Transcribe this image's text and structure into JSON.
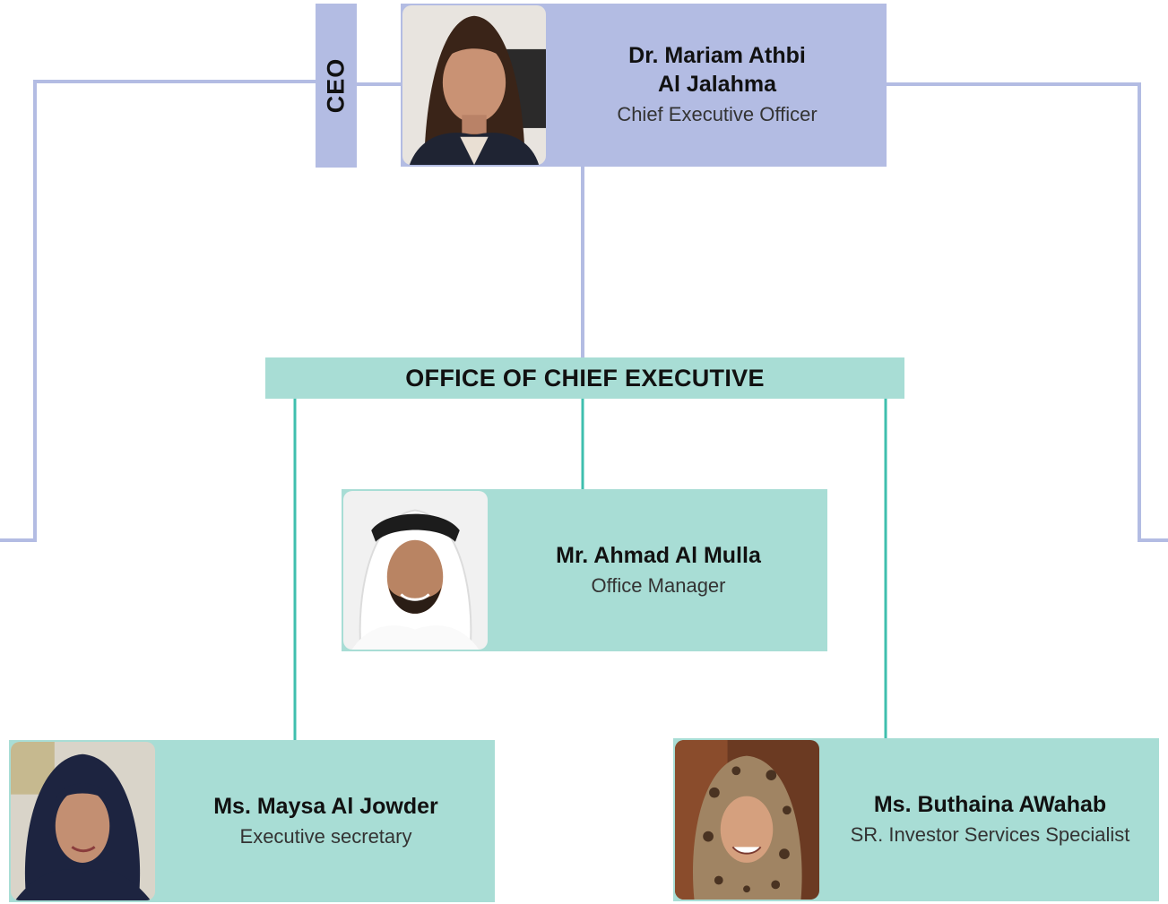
{
  "ceo": {
    "tab_label": "CEO",
    "name_line1": "Dr. Mariam Athbi",
    "name_line2": "Al Jalahma",
    "role": "Chief Executive Officer"
  },
  "office": {
    "title": "OFFICE OF CHIEF EXECUTIVE"
  },
  "members": [
    {
      "name": "Mr. Ahmad Al Mulla",
      "role": "Office Manager"
    },
    {
      "name": "Ms. Maysa Al Jowder",
      "role": "Executive secretary"
    },
    {
      "name": "Ms. Buthaina AWahab",
      "role": "SR. Investor Services Specialist"
    }
  ],
  "colors": {
    "ceo_fill": "#b3bce3",
    "ceo_line": "#b3bce3",
    "team_fill": "#a8ddd5",
    "team_line": "#3fbfae"
  }
}
